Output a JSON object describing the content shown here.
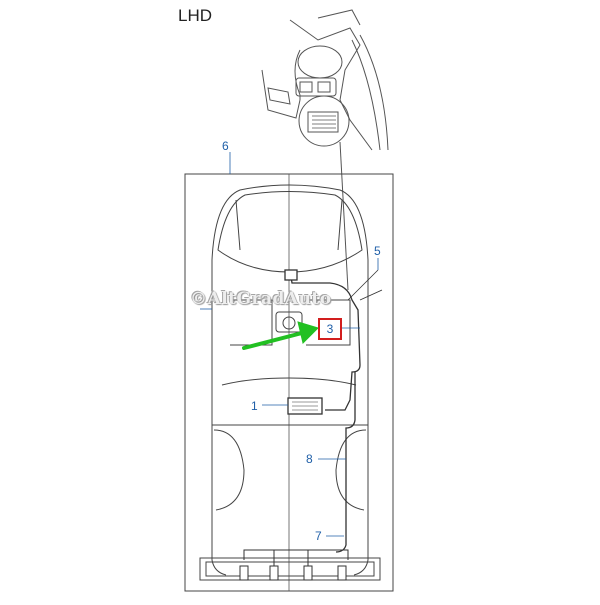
{
  "title": "LHD",
  "watermark": "©AltGradAuto",
  "callouts": {
    "c1": "1",
    "c3": "3",
    "c5": "5",
    "c6": "6",
    "c7": "7",
    "c8": "8"
  },
  "colors": {
    "line": "#444444",
    "callout_text": "#1f5fa8",
    "highlight_box": "#d21e1e",
    "arrow": "#22c022"
  }
}
